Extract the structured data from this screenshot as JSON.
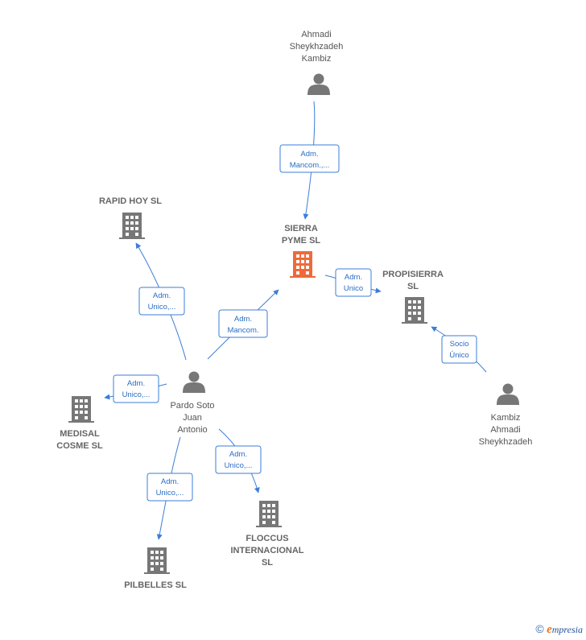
{
  "colors": {
    "edge": "#3b7dd8",
    "person": "#777777",
    "company": "#777777",
    "focus_company": "#ef6a3a"
  },
  "nodes": [
    {
      "id": "ahmadi",
      "type": "person",
      "lines": [
        "Ahmadi",
        "Sheykhzadeh",
        "Kambiz"
      ]
    },
    {
      "id": "sierra",
      "type": "focus",
      "lines": [
        "SIERRA",
        "PYME  SL"
      ]
    },
    {
      "id": "rapid",
      "type": "company",
      "lines": [
        "RAPID HOY  SL"
      ]
    },
    {
      "id": "propisierra",
      "type": "company",
      "lines": [
        "PROPISIERRA",
        "SL"
      ]
    },
    {
      "id": "pardo",
      "type": "person",
      "lines": [
        "Pardo Soto",
        "Juan",
        "Antonio"
      ]
    },
    {
      "id": "medisal",
      "type": "company",
      "lines": [
        "MEDISAL",
        "COSME  SL"
      ]
    },
    {
      "id": "kambiz",
      "type": "person",
      "lines": [
        "Kambiz",
        "Ahmadi",
        "Sheykhzadeh"
      ]
    },
    {
      "id": "floccus",
      "type": "company",
      "lines": [
        "FLOCCUS",
        "INTERNACIONAL",
        "SL"
      ]
    },
    {
      "id": "pilbelles",
      "type": "company",
      "lines": [
        "PILBELLES  SL"
      ]
    }
  ],
  "relations": [
    {
      "id": "r1",
      "lines": [
        "Adm.",
        "Mancom.,..."
      ]
    },
    {
      "id": "r2",
      "lines": [
        "Adm.",
        "Unico"
      ]
    },
    {
      "id": "r3",
      "lines": [
        "Adm.",
        "Unico,..."
      ]
    },
    {
      "id": "r4",
      "lines": [
        "Adm.",
        "Mancom."
      ]
    },
    {
      "id": "r5",
      "lines": [
        "Socio",
        "Único"
      ]
    },
    {
      "id": "r6",
      "lines": [
        "Adm.",
        "Unico,..."
      ]
    },
    {
      "id": "r7",
      "lines": [
        "Adm.",
        "Unico,..."
      ]
    },
    {
      "id": "r8",
      "lines": [
        "Adm.",
        "Unico,..."
      ]
    }
  ],
  "footer": {
    "copyright": "©",
    "brand_initial": "e",
    "brand_rest": "mpresia"
  }
}
